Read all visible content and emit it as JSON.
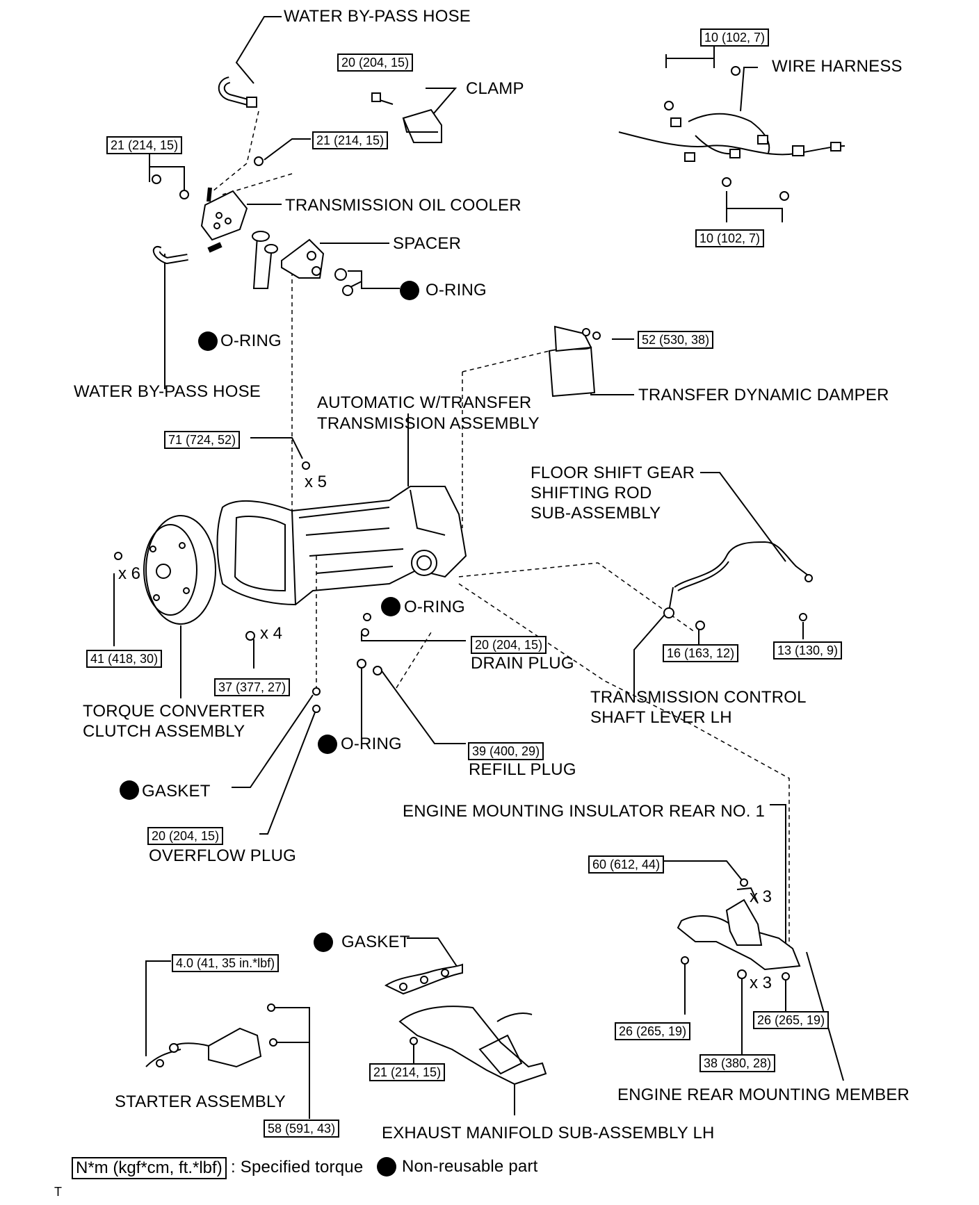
{
  "labels": {
    "water_bypass_hose_top": "WATER BY-PASS HOSE",
    "clamp": "CLAMP",
    "wire_harness": "WIRE HARNESS",
    "transmission_oil_cooler": "TRANSMISSION OIL COOLER",
    "spacer": "SPACER",
    "o_ring_right": "O-RING",
    "o_ring_left": "O-RING",
    "water_bypass_hose_bottom": "WATER BY-PASS HOSE",
    "transfer_dynamic_damper": "TRANSFER DYNAMIC DAMPER",
    "auto_transmission_line1": "AUTOMATIC W/TRANSFER",
    "auto_transmission_line2": "TRANSMISSION ASSEMBLY",
    "floor_shift_line1": "FLOOR SHIFT GEAR",
    "floor_shift_line2": "SHIFTING ROD",
    "floor_shift_line3": "SUB-ASSEMBLY",
    "o_ring_drain": "O-RING",
    "drain_plug": "DRAIN PLUG",
    "torque_converter_line1": "TORQUE CONVERTER",
    "torque_converter_line2": "CLUTCH ASSEMBLY",
    "o_ring_refill": "O-RING",
    "refill_plug": "REFILL PLUG",
    "tcsl_line1": "TRANSMISSION CONTROL",
    "tcsl_line2": "SHAFT LEVER LH",
    "gasket_overflow": "GASKET",
    "overflow_plug": "OVERFLOW PLUG",
    "engine_mount_insulator": "ENGINE MOUNTING INSULATOR REAR NO. 1",
    "gasket_exhaust": "GASKET",
    "starter_assembly": "STARTER ASSEMBLY",
    "exhaust_manifold": "EXHAUST MANIFOLD SUB-ASSEMBLY LH",
    "engine_rear_mounting_member": "ENGINE REAR MOUNTING MEMBER"
  },
  "torques": {
    "clamp_bolt": "20 (204, 15)",
    "harness_top": "10 (102, 7)",
    "harness_bottom": "10 (102, 7)",
    "cooler_left": "21 (214, 15)",
    "cooler_right": "21 (214, 15)",
    "damper": "52 (530, 38)",
    "trans_bolts": "71 (724, 52)",
    "converter": "41 (418, 30)",
    "housing_x4": "37 (377, 27)",
    "drain": "20 (204, 15)",
    "shift_lever_nut": "16 (163, 12)",
    "shift_rod_nut": "13 (130, 9)",
    "refill": "39 (400, 29)",
    "overflow": "20 (204, 15)",
    "mount_top": "60 (612, 44)",
    "starter_terminal": "4.0 (41, 35 in.*lbf)",
    "member_left": "26 (265, 19)",
    "member_right": "26 (265, 19)",
    "member_center": "38 (380, 28)",
    "exhaust": "21 (214, 15)",
    "starter_bolts": "58 (591, 43)"
  },
  "quantities": {
    "trans_bolts": "x 5",
    "converter_bolts": "x 6",
    "housing_bolts": "x 4",
    "mount_top_nuts": "x 3",
    "member_center": "x 3"
  },
  "legend": {
    "torque_unit": "N*m (kgf*cm, ft.*lbf)",
    "torque_text": ": Specified torque",
    "nonreusable_text": "Non-reusable part"
  },
  "corner_mark": "T"
}
